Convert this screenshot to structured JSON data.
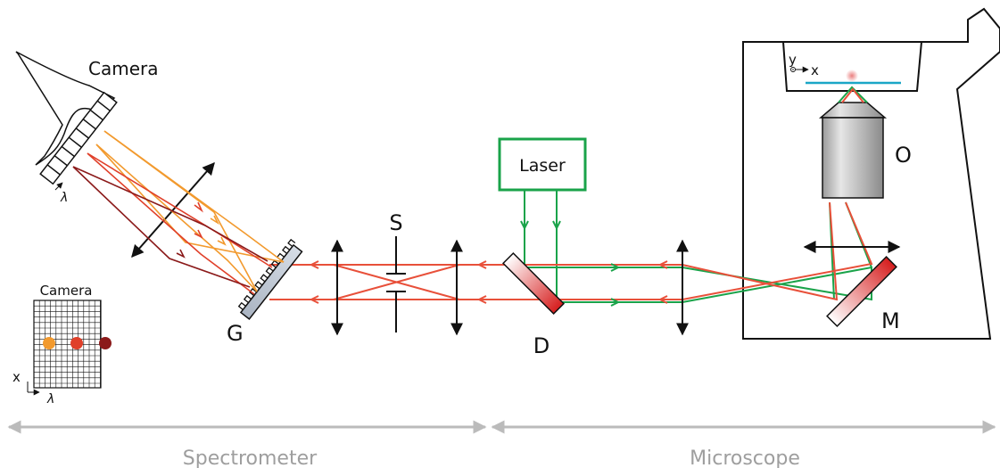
{
  "labels": {
    "camera_top": "Camera",
    "lambda_top": "λ",
    "camera_grid": "Camera",
    "grid_x": "x",
    "grid_lambda": "λ",
    "grating": "G",
    "slit": "S",
    "dichroic": "D",
    "laser": "Laser",
    "objective": "O",
    "mirror": "M",
    "axis_y": "y",
    "axis_x": "x"
  },
  "sections": {
    "left": "Spectrometer",
    "right": "Microscope"
  },
  "colors": {
    "laser_beam": "#1aa34a",
    "signal_beam": "#e8503a",
    "orange_ray": "#f29a2e",
    "red_ray": "#e0402a",
    "darkred_ray": "#8b1a1a",
    "sample_line": "#1aa6c6",
    "section_arrow": "#bbbbbb",
    "section_text": "#9e9e9e"
  }
}
